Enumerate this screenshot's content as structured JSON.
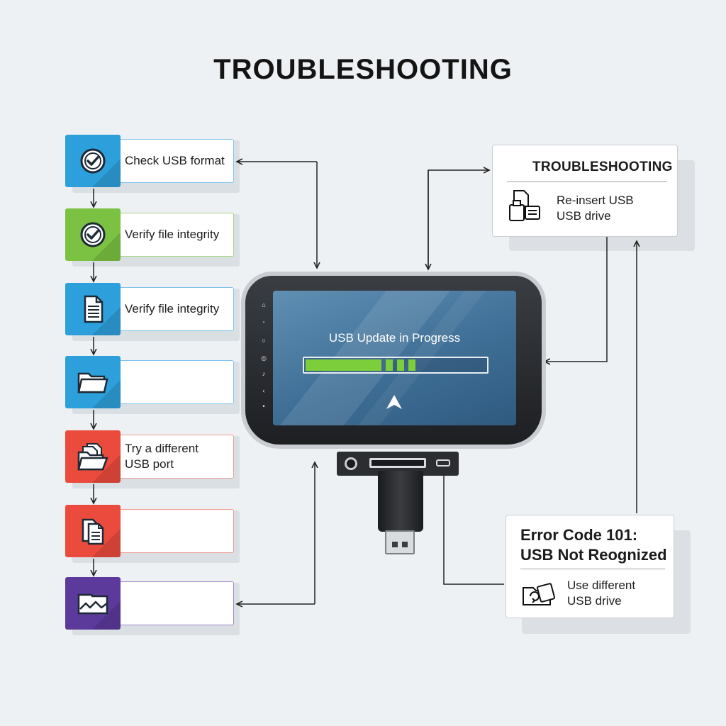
{
  "title": "TROUBLESHOOTING",
  "steps": [
    {
      "label": "Check USB format",
      "color": "#2d9fdb",
      "border": "#7ec4ea",
      "icon": "check-circle-icon"
    },
    {
      "label": "Verify file integrity",
      "color": "#7bc142",
      "border": "#a8d67f",
      "icon": "check-circle-icon"
    },
    {
      "label": "Verify file integrity",
      "color": "#2d9fdb",
      "border": "#7ec4ea",
      "icon": "document-icon"
    },
    {
      "label": "",
      "color": "#2d9fdb",
      "border": "#7ec4ea",
      "icon": "folder-icon"
    },
    {
      "label": "Try a different\nUSB port",
      "color": "#ea4b3c",
      "border": "#f09a8f",
      "icon": "folder-files-icon"
    },
    {
      "label": "",
      "color": "#ea4b3c",
      "border": "#f09a8f",
      "icon": "documents-icon"
    },
    {
      "label": "",
      "color": "#5b3a9b",
      "border": "#9d86c8",
      "icon": "image-icon"
    }
  ],
  "top_panel": {
    "heading": "TROUBLESHOOTING",
    "line1": "Re-insert USB",
    "line2": "USB drive"
  },
  "device": {
    "screen_text": "USB Update in Progress",
    "progress_percent": 42
  },
  "error_panel": {
    "heading_line1": "Error Code 101:",
    "heading_line2": "USB Not Reognized",
    "line1": "Use different",
    "line2": "USB drive"
  }
}
